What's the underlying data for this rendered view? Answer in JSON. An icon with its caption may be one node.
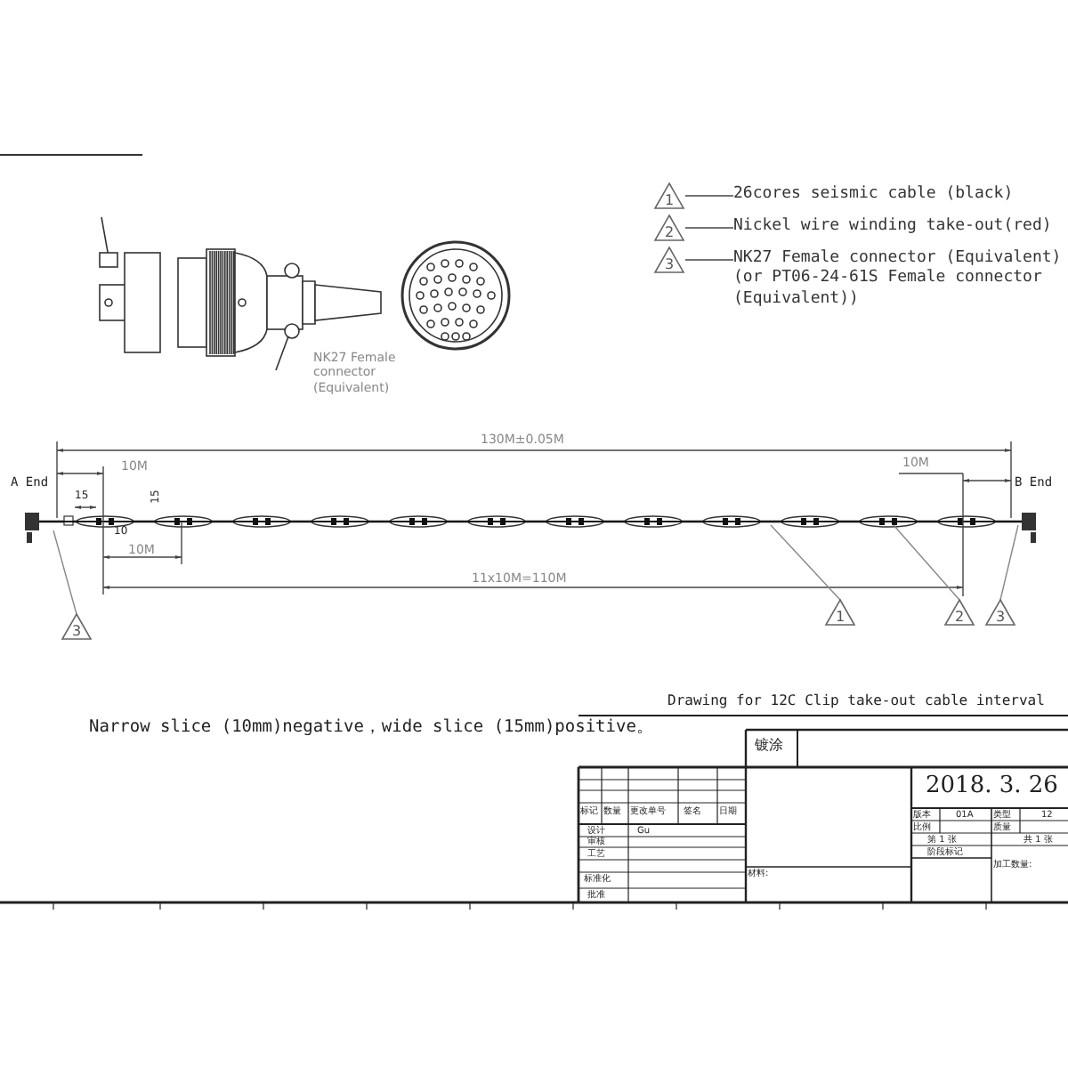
{
  "diagram": {
    "nodes": [
      {
        "text": [
          "1"
        ],
        "beside": [
          "26cores seismic cable (black)"
        ]
      },
      {
        "text": [
          "2"
        ],
        "beside": [
          "Nickel wire winding take-out(red)"
        ]
      },
      {
        "text": [
          "3"
        ],
        "beside": [
          "NK27 Female connector (Equivalent) (or PT06-24-61S Female connector (Equivalent))"
        ]
      },
      {
        "text": [
          "3"
        ]
      },
      {
        "text": [
          "1"
        ]
      },
      {
        "text": [
          "2"
        ]
      },
      {
        "text": [
          "3"
        ]
      }
    ],
    "edges": [
      {
        "from": 3,
        "to": null,
        "arrow": "none"
      },
      {
        "from": 4,
        "to": null,
        "arrow": "none"
      },
      {
        "from": 5,
        "to": null,
        "arrow": "none"
      },
      {
        "from": 6,
        "to": null,
        "arrow": "none"
      }
    ],
    "labels": [
      "NK27 Female connector (Equivalent)",
      "A End",
      "130M±0.05M",
      "B End",
      "10M",
      "10M",
      "15",
      "15",
      "10",
      "10M",
      "11x10M=110M",
      "Drawing for 12C Clip take-out cable interval",
      "Narrow slice (10mm)negative，wide slice (15mm)positive。",
      "镀涂",
      "2018. 3. 26",
      "标记",
      "数量",
      "更改单号",
      "签名",
      "日期",
      "版本",
      "01A",
      "类型",
      "12",
      "设计",
      "Gu",
      "比例",
      "质量",
      "审核",
      "第 1 张",
      "共 1 张",
      "工艺",
      "阶段标记",
      "材料:",
      "加工数量:",
      "标准化",
      "批准"
    ]
  }
}
